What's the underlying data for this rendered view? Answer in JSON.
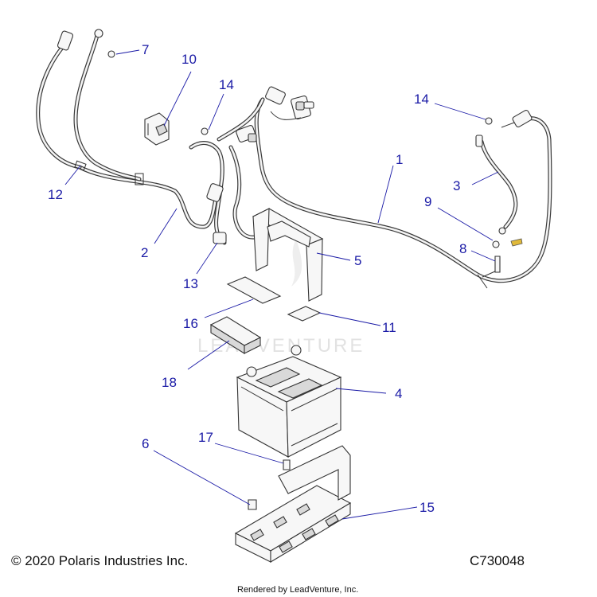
{
  "callouts": [
    {
      "id": "c1",
      "label": "1"
    },
    {
      "id": "c2",
      "label": "2"
    },
    {
      "id": "c3",
      "label": "3"
    },
    {
      "id": "c4",
      "label": "4"
    },
    {
      "id": "c5",
      "label": "5"
    },
    {
      "id": "c6",
      "label": "6"
    },
    {
      "id": "c7",
      "label": "7"
    },
    {
      "id": "c8",
      "label": "8"
    },
    {
      "id": "c9",
      "label": "9"
    },
    {
      "id": "c10",
      "label": "10"
    },
    {
      "id": "c11",
      "label": "11"
    },
    {
      "id": "c12",
      "label": "12"
    },
    {
      "id": "c13",
      "label": "13"
    },
    {
      "id": "c14a",
      "label": "14"
    },
    {
      "id": "c14b",
      "label": "14"
    },
    {
      "id": "c15",
      "label": "15"
    },
    {
      "id": "c16",
      "label": "16"
    },
    {
      "id": "c17",
      "label": "17"
    },
    {
      "id": "c18",
      "label": "18"
    }
  ],
  "footer": {
    "copyright": "© 2020 Polaris Industries Inc.",
    "diagram_code": "C730048",
    "rendered_by": "Rendered by LeadVenture, Inc."
  },
  "watermark": "LEADVENTURE",
  "colors": {
    "callout": "#1a1aa6",
    "line_art": "#333333",
    "brass": "#e0b93a"
  }
}
